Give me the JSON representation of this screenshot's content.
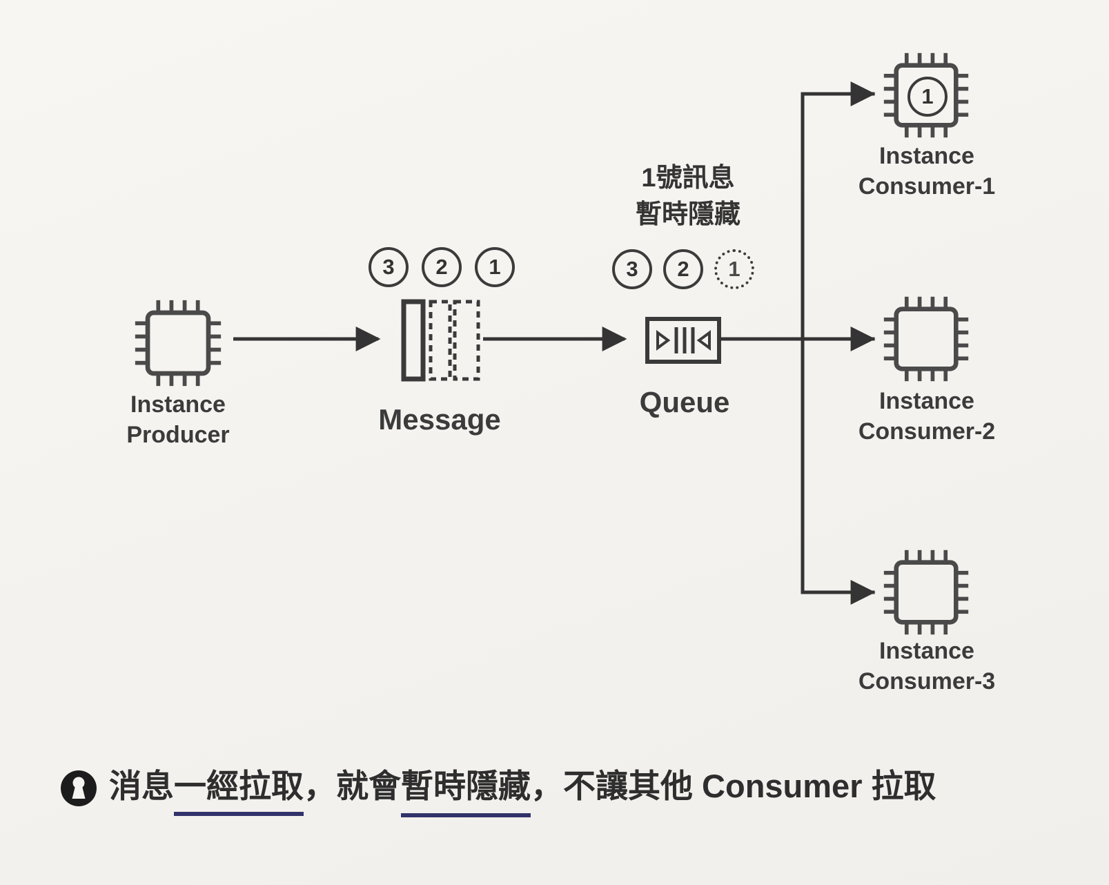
{
  "producer": {
    "line1": "Instance",
    "line2": "Producer",
    "icon": "chip-icon"
  },
  "message": {
    "label": "Message",
    "badges": [
      "3",
      "2",
      "1"
    ]
  },
  "queue": {
    "label": "Queue",
    "icon": "queue-icon",
    "note_line1": "1號訊息",
    "note_line2": "暫時隱藏",
    "badges": [
      "3",
      "2",
      "1"
    ],
    "hidden_badge_index": 2
  },
  "consumers": [
    {
      "line1": "Instance",
      "line2": "Consumer-1",
      "badge": "1",
      "icon": "chip-icon"
    },
    {
      "line1": "Instance",
      "line2": "Consumer-2",
      "icon": "chip-icon"
    },
    {
      "line1": "Instance",
      "line2": "Consumer-3",
      "icon": "chip-icon"
    }
  ],
  "note": {
    "icon": "keyhole-icon",
    "seg1": "消息",
    "seg2": "一經拉取",
    "seg3": "，就會",
    "seg4": "暫時隱藏",
    "seg5": "，不讓其他 Consumer 拉取"
  },
  "colors": {
    "ink": "#3a3a3a",
    "background": "#f5f3ef",
    "underline": "#32326b"
  }
}
